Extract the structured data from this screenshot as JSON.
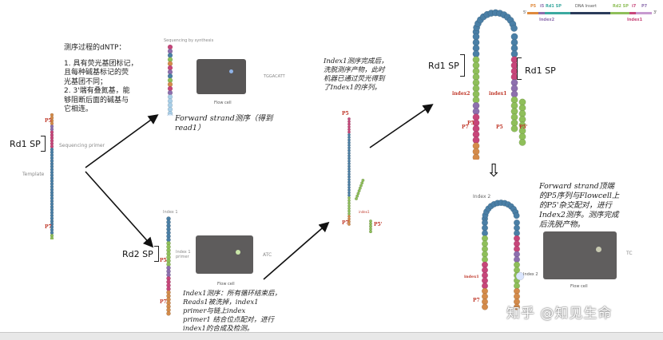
{
  "texts": {
    "dntp_note": [
      "测序过程的dNTP：",
      "",
      "1. 具有荧光基团标记，",
      "且每种碱基标记的荧",
      "光基团不同；",
      "2. 3'端有叠氮基，能",
      "够阻断后面的碱基与",
      "它相连。"
    ],
    "rd1_sp_left": "Rd1 SP",
    "sequencing_primer": "Sequencing primer",
    "template": "Template",
    "p5": "P5",
    "p7": "P7",
    "p5_prime": "P5'",
    "sequencing_by_synthesis": "Sequencing by synthesis",
    "tggacatt": "TGGACATT",
    "flow_cell": "Flow cell",
    "forward_read1": [
      "Forward strand测序（得到",
      "read1）"
    ],
    "index1_top": "Index 1",
    "index1_primer": [
      "Index 1",
      "primer"
    ],
    "rd2_sp": "Rd2 SP",
    "atc": "ATC",
    "index1_note": [
      "Index1测序：所有循环结束后，",
      "Reads1被洗掉，index1",
      "primer与链上index",
      "primer1 结合位点配对，进行",
      "index1的合成及检测。"
    ],
    "index1_done": [
      "Index1测序完成后，",
      "洗脱测序产物，此时",
      "机器已通过荧光得到",
      "了Index1的序列。"
    ],
    "index1_small": "index1",
    "rd1_sp_bridge_left": "Rd1 SP",
    "rd1_sp_bridge_right": "Rd1 SP",
    "index2": "index2",
    "index1_bridge": "index1",
    "legend": [
      "P5",
      "i5",
      "Rd1 SP",
      "DNA Insert",
      "Rd2 SP",
      "i7",
      "P7"
    ],
    "legend_index2": "Index2",
    "legend_index1": "Index1",
    "legend_5p": "5'",
    "legend_3p": "3'",
    "down_arrow": "⇩",
    "index2_title": "Index 2",
    "index2_label": "Index 2",
    "tc": "TC",
    "index2_note": [
      "Forward strand顶端",
      "的P5序列与Flowcell上",
      "的P5'杂交配对，进行",
      "Index2测序。测序完成",
      "后洗脱产物。"
    ],
    "watermark": "知乎 @知见生命"
  },
  "colors": {
    "blue": "#4a7fa6",
    "green": "#8fbf5a",
    "pink": "#c7467a",
    "orange": "#d48b4a",
    "purple": "#8d6fae",
    "red_label": "#c0392b",
    "flowcell": "#585656"
  }
}
